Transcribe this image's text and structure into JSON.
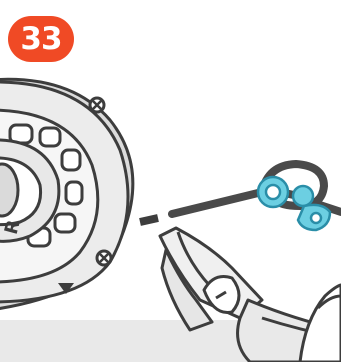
{
  "step": {
    "number": "33",
    "badge_color": "#f04a25",
    "text_color": "#ffffff"
  },
  "illustration": {
    "parts": [
      "reel-hub",
      "screw-icon",
      "arrow-marker-icon",
      "cable",
      "cable-clip",
      "wire-cutters-icon",
      "hand"
    ],
    "colors": {
      "outline": "#3d3d3d",
      "reel_fill": "#ececec",
      "reel_inner": "#f6f6f6",
      "cable": "#4a4a4a",
      "clip": "#6ccfe2",
      "clip_outline": "#2a8ea8",
      "cutter_fill": "#f0f0f0",
      "band": "#e9e9e9"
    }
  }
}
